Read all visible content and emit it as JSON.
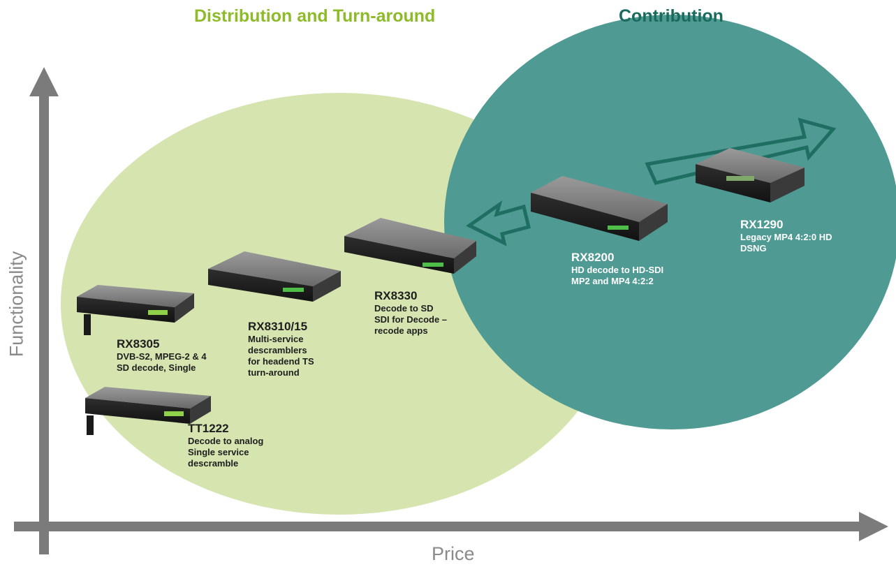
{
  "titles": {
    "distribution": "Distribution and Turn-around",
    "contribution": "Contribution"
  },
  "axes": {
    "x_label": "Price",
    "y_label": "Functionality"
  },
  "colors": {
    "distribution": "#8dbb2a",
    "contribution": "#1a6b5e",
    "ellipse_light": "#d6e4b0",
    "ellipse_dark": "#4f9a93",
    "axis": "#7b7b7b",
    "arrow_outline": "#1f6e62"
  },
  "devices": [
    {
      "id": "rx8305",
      "model": "RX8305",
      "description": "DVB-S2, MPEG-2 & 4\nSD decode, Single",
      "icon": "receiver-unit"
    },
    {
      "id": "tt1222",
      "model": "TT1222",
      "description": "Decode to analog\nSingle service\ndescramble",
      "icon": "receiver-unit"
    },
    {
      "id": "rx8310",
      "model": "RX8310/15",
      "description": "Multi-service\ndescramblers\nfor headend TS\nturn-around",
      "icon": "receiver-unit"
    },
    {
      "id": "rx8330",
      "model": "RX8330",
      "description": "Decode to SD\nSDI for Decode –\nrecode apps",
      "icon": "receiver-unit"
    },
    {
      "id": "rx8200",
      "model": "RX8200",
      "description": "HD decode to HD-SDI\nMP2 and MP4 4:2:2",
      "icon": "receiver-unit"
    },
    {
      "id": "rx1290",
      "model": "RX1290",
      "description": "Legacy MP4 4:2:0 HD\nDSNG",
      "icon": "receiver-unit"
    }
  ]
}
